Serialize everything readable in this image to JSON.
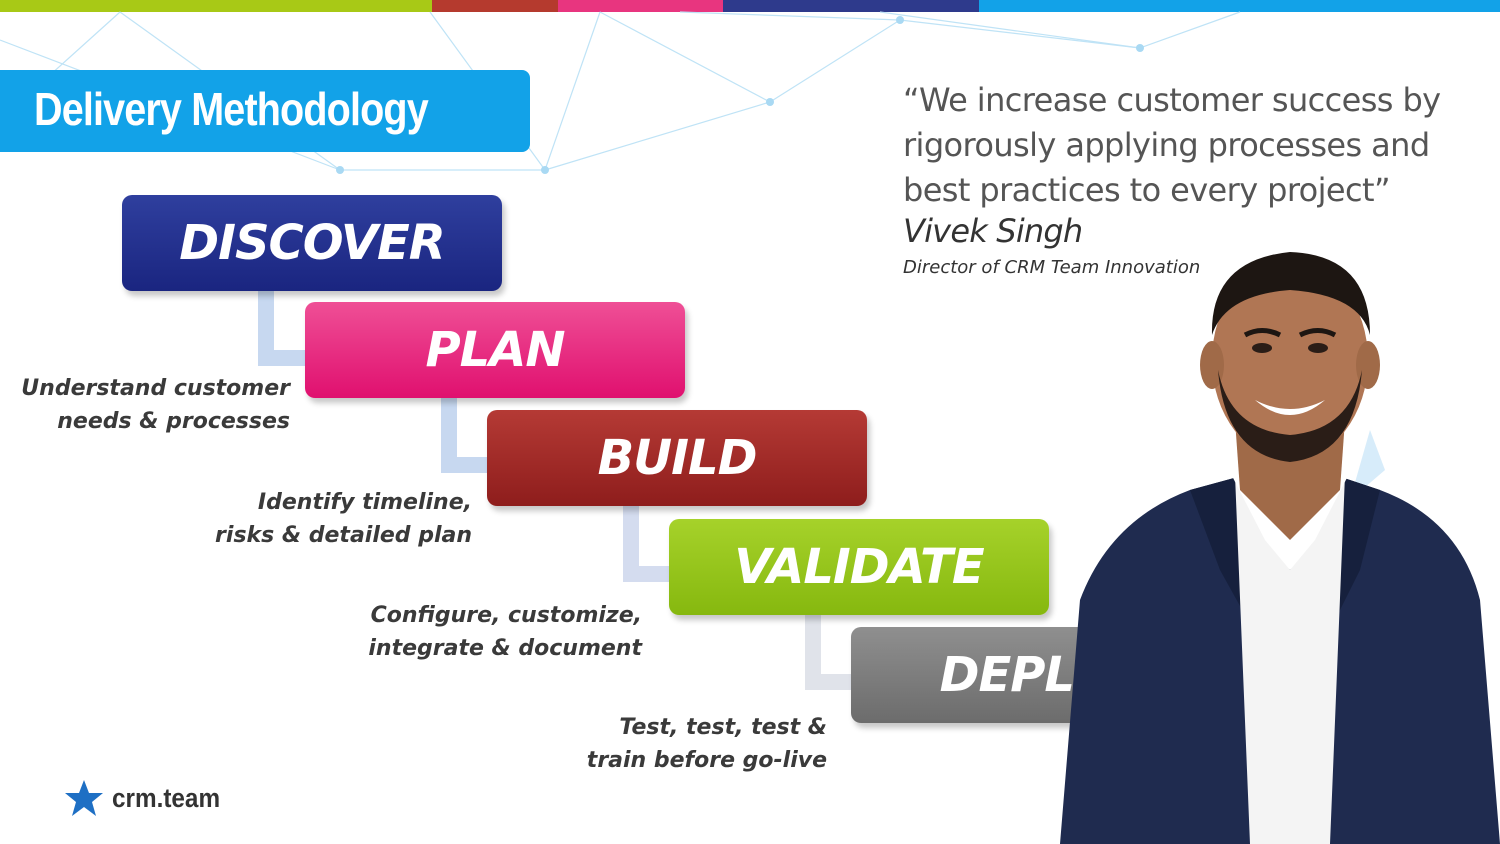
{
  "slide": {
    "title": "Delivery Methodology"
  },
  "phases": [
    {
      "label": "DISCOVER",
      "color": "#1f2a8a"
    },
    {
      "label": "PLAN",
      "color": "#e8157a"
    },
    {
      "label": "BUILD",
      "color": "#9b2522"
    },
    {
      "label": "VALIDATE",
      "color": "#93c01f"
    },
    {
      "label": "DEPLOY",
      "color": "#7a7a7a"
    }
  ],
  "descriptions": [
    {
      "line1": "Understand customer",
      "line2": "needs & processes"
    },
    {
      "line1": "Identify timeline,",
      "line2": "risks & detailed plan"
    },
    {
      "line1": "Configure, customize,",
      "line2": "integrate & document"
    },
    {
      "line1": "Test, test, test &",
      "line2": "train before go-live"
    }
  ],
  "quote": {
    "line1": "“We increase customer success by",
    "line2": "rigorously applying processes and",
    "line3": "best practices to every project”",
    "author": "Vivek Singh",
    "role": "Director of CRM Team Innovation"
  },
  "brand": {
    "logo_text": "crm.team",
    "icon": "star-icon",
    "accent": "#12a2e8",
    "bar_colors": [
      "#a8c916",
      "#b53a2e",
      "#e8357f",
      "#2e3a8c",
      "#12a2e8"
    ]
  }
}
